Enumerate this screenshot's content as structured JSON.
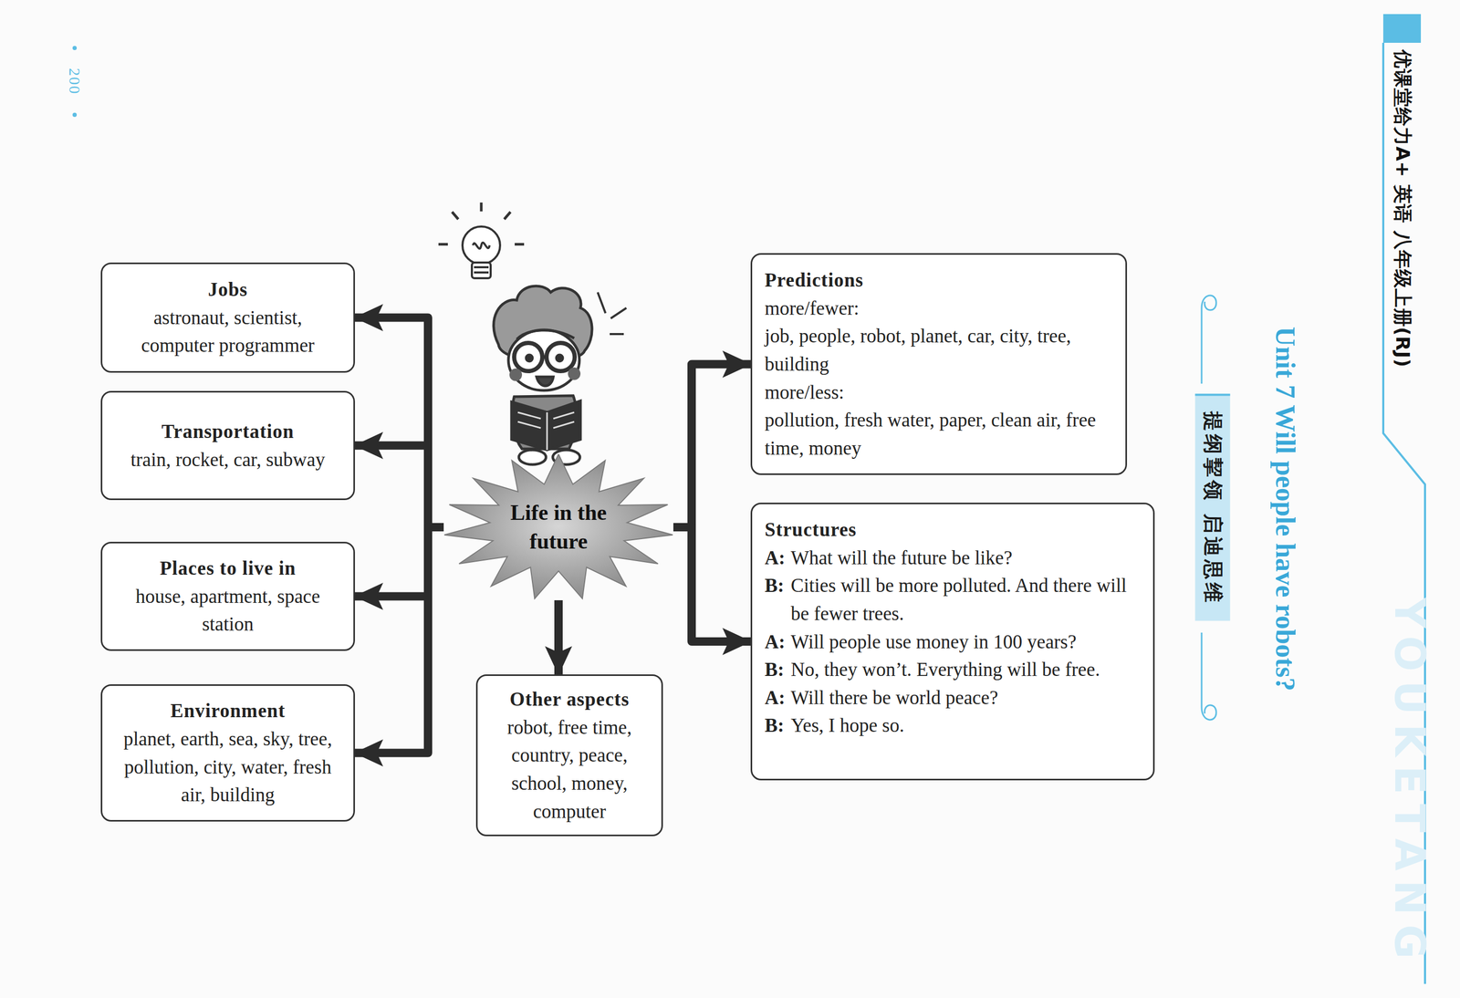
{
  "diagram": {
    "title": "Unit 7 Will people have robots?",
    "nodes": [
      {
        "text": [
          "Jobs",
          "astronaut, scientist, computer programmer"
        ]
      },
      {
        "text": [
          "Transportation",
          "train, rocket, car, subway"
        ]
      },
      {
        "text": [
          "Places to live in",
          "house, apartment, space station"
        ]
      },
      {
        "text": [
          "Environment",
          "planet, earth, sea, sky, tree, pollution, city, water, fresh air, building"
        ]
      },
      {
        "text": [
          "Life in the future"
        ]
      },
      {
        "text": [
          "Other aspects",
          "robot, free time, country, peace, school, money, computer"
        ]
      },
      {
        "text": [
          "Predictions",
          "more/fewer:",
          "job, people, robot, planet, car, city, tree, building",
          "more/less:",
          "pollution, fresh water, paper, clean air, free time, money"
        ]
      },
      {
        "text": [
          "Structures",
          "A:",
          "What will the future be like?",
          "B:",
          "Cities will be more polluted. And there will be fewer trees.",
          "A:",
          "Will people use money in 100 years?",
          "B:",
          "No, they won’t. Everything will be free.",
          "A:",
          "Will there be world peace?",
          "B:",
          "Yes, I hope so."
        ]
      },
      {
        "text": [
          "提纲挈领 启迪思维"
        ]
      }
    ],
    "edges": [
      {
        "from": 4,
        "to": 0,
        "arrow": "to"
      },
      {
        "from": 4,
        "to": 1,
        "arrow": "to"
      },
      {
        "from": 4,
        "to": 2,
        "arrow": "to"
      },
      {
        "from": 4,
        "to": 3,
        "arrow": "to"
      },
      {
        "from": 4,
        "to": 5,
        "arrow": "to"
      },
      {
        "from": 4,
        "to": 6,
        "arrow": "to"
      },
      {
        "from": 4,
        "to": 7,
        "arrow": "to"
      }
    ],
    "labels": [
      "200",
      "优课堂给力A+ 英语 八年级上册(RJ)",
      "YOUKETANG"
    ]
  }
}
